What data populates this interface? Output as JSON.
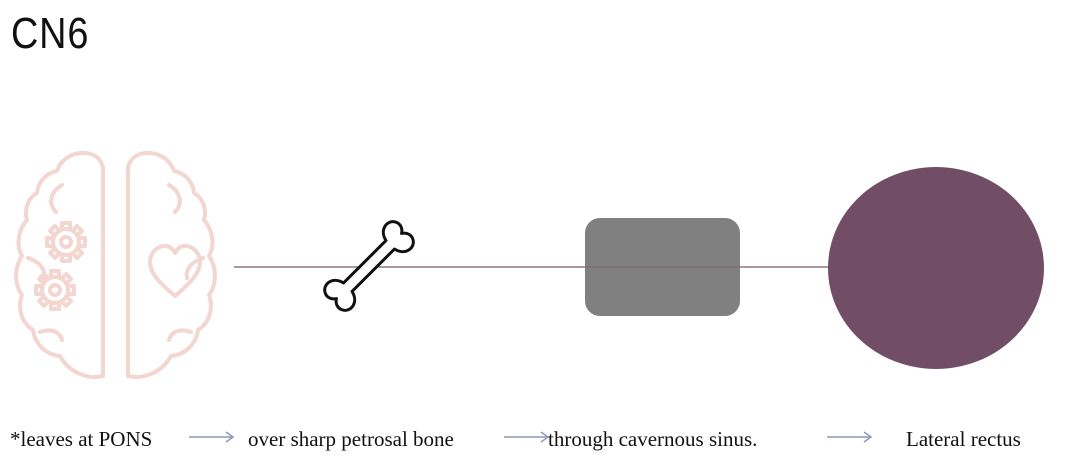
{
  "slide": {
    "title": "CN6",
    "colors": {
      "brain": "#f2d6cf",
      "line": "#7a5a5e",
      "sinus": "#808080",
      "muscle": "#724e66",
      "arrow": "#8e99b8",
      "text": "#111111"
    },
    "icons": {
      "brain": "brain-gear-heart-icon",
      "bone": "bone-icon"
    },
    "steps": [
      {
        "label": "*leaves at PONS"
      },
      {
        "label": "over sharp petrosal bone"
      },
      {
        "label": "through cavernous sinus."
      },
      {
        "label": "Lateral rectus"
      }
    ]
  }
}
